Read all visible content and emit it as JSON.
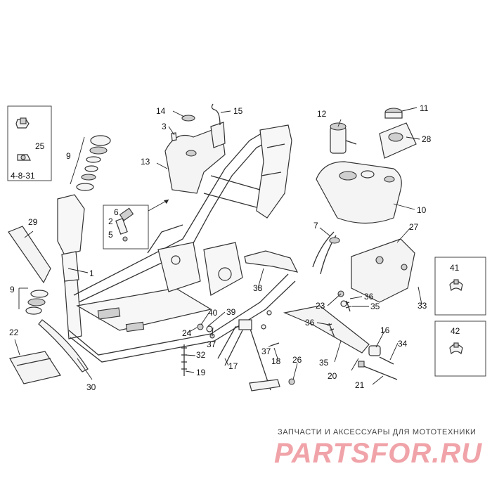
{
  "callouts": [
    {
      "id": "c1",
      "label": "1"
    },
    {
      "id": "c2",
      "label": "2"
    },
    {
      "id": "c3",
      "label": "3"
    },
    {
      "id": "c4-8-31",
      "label": "4-8-31"
    },
    {
      "id": "c5",
      "label": "5"
    },
    {
      "id": "c6",
      "label": "6"
    },
    {
      "id": "c7",
      "label": "7"
    },
    {
      "id": "c9a",
      "label": "9"
    },
    {
      "id": "c9b",
      "label": "9"
    },
    {
      "id": "c10",
      "label": "10"
    },
    {
      "id": "c11",
      "label": "11"
    },
    {
      "id": "c12",
      "label": "12"
    },
    {
      "id": "c13",
      "label": "13"
    },
    {
      "id": "c14",
      "label": "14"
    },
    {
      "id": "c15",
      "label": "15"
    },
    {
      "id": "c16",
      "label": "16"
    },
    {
      "id": "c17",
      "label": "17"
    },
    {
      "id": "c18",
      "label": "18"
    },
    {
      "id": "c19",
      "label": "19"
    },
    {
      "id": "c20",
      "label": "20"
    },
    {
      "id": "c21",
      "label": "21"
    },
    {
      "id": "c22",
      "label": "22"
    },
    {
      "id": "c23",
      "label": "23"
    },
    {
      "id": "c24",
      "label": "24"
    },
    {
      "id": "c25",
      "label": "25"
    },
    {
      "id": "c26",
      "label": "26"
    },
    {
      "id": "c27",
      "label": "27"
    },
    {
      "id": "c28",
      "label": "28"
    },
    {
      "id": "c29",
      "label": "29"
    },
    {
      "id": "c30",
      "label": "30"
    },
    {
      "id": "c32",
      "label": "32"
    },
    {
      "id": "c33",
      "label": "33"
    },
    {
      "id": "c34",
      "label": "34"
    },
    {
      "id": "c35a",
      "label": "35"
    },
    {
      "id": "c35b",
      "label": "35"
    },
    {
      "id": "c36a",
      "label": "36"
    },
    {
      "id": "c36b",
      "label": "36"
    },
    {
      "id": "c37a",
      "label": "37"
    },
    {
      "id": "c37b",
      "label": "37"
    },
    {
      "id": "c38",
      "label": "38"
    },
    {
      "id": "c39",
      "label": "39"
    },
    {
      "id": "c40",
      "label": "40"
    },
    {
      "id": "c41",
      "label": "41"
    },
    {
      "id": "c42",
      "label": "42"
    }
  ],
  "watermark": {
    "tagline": "ЗАПЧАСТИ И АКСЕССУАРЫ ДЛЯ МОТОТЕХНИКИ",
    "logo": "PARTSFOR.RU"
  },
  "colors": {
    "line": "#333333",
    "watermark_logo": "#f0a3a8",
    "background": "#ffffff"
  }
}
